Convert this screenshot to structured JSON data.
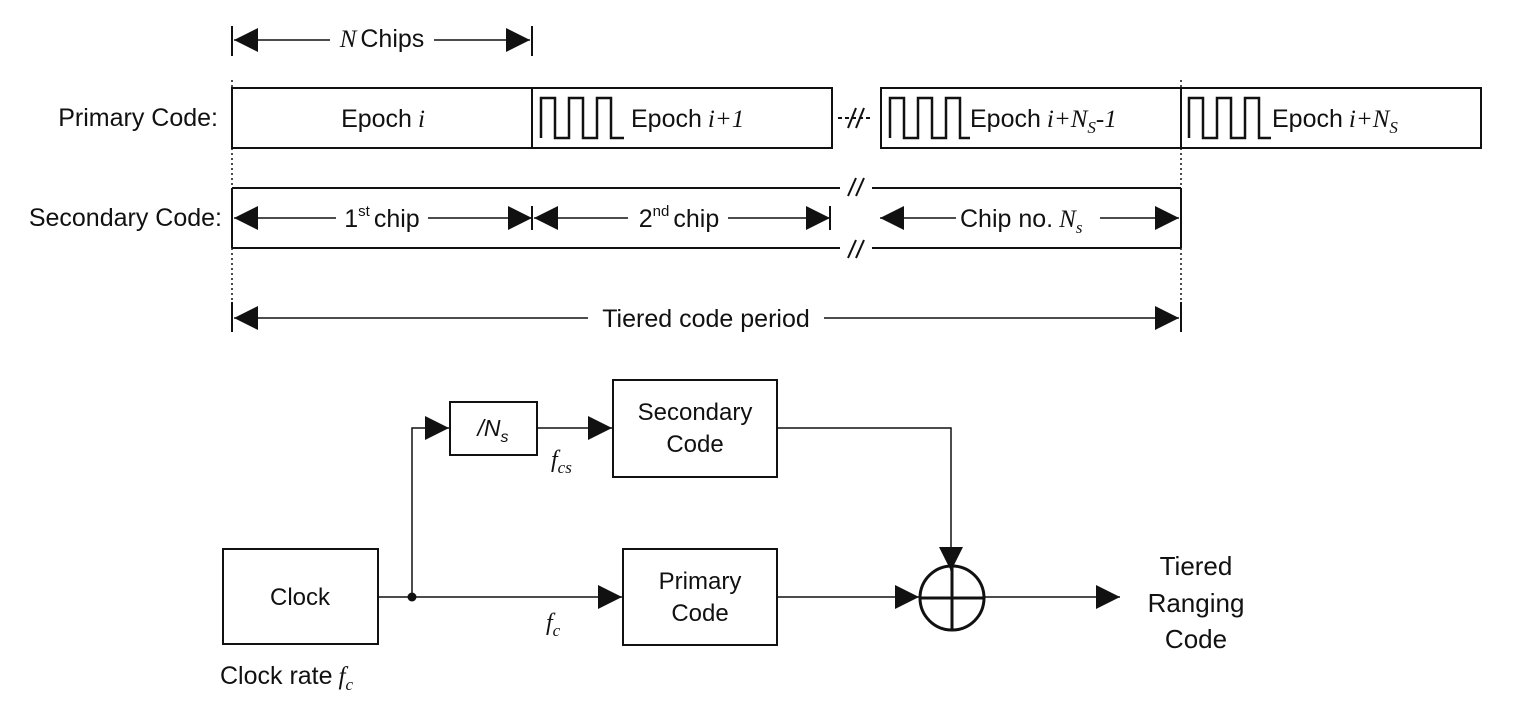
{
  "timing": {
    "n_chips": {
      "var": "N",
      "label": "Chips"
    },
    "primary_label": "Primary Code:",
    "secondary_label": "Secondary Code:",
    "epochs": [
      {
        "prefix": "Epoch",
        "math": "i"
      },
      {
        "prefix": "Epoch",
        "math": "i+1"
      },
      {
        "prefix": "Epoch",
        "math_a": "i+N",
        "sub": "S",
        "math_b": "-1"
      },
      {
        "prefix": "Epoch",
        "math_a": "i+N",
        "sub": "S"
      }
    ],
    "chips": [
      {
        "num": "1",
        "sup": "st",
        "label": "chip"
      },
      {
        "num": "2",
        "sup": "nd",
        "label": "chip"
      },
      {
        "prefix": "Chip no.",
        "var": "N",
        "sub": "s"
      }
    ],
    "period_label": "Tiered code period"
  },
  "block_diagram": {
    "clock": "Clock",
    "clock_rate_label": "Clock rate",
    "clock_rate_var": "f",
    "clock_rate_sub": "c",
    "divider_prefix": "/N",
    "divider_sub": "s",
    "fcs_var": "f",
    "fcs_sub": "cs",
    "fc_var": "f",
    "fc_sub": "c",
    "secondary_line1": "Secondary",
    "secondary_line2": "Code",
    "primary_line1": "Primary",
    "primary_line2": "Code",
    "output_line1": "Tiered",
    "output_line2": "Ranging",
    "output_line3": "Code"
  }
}
